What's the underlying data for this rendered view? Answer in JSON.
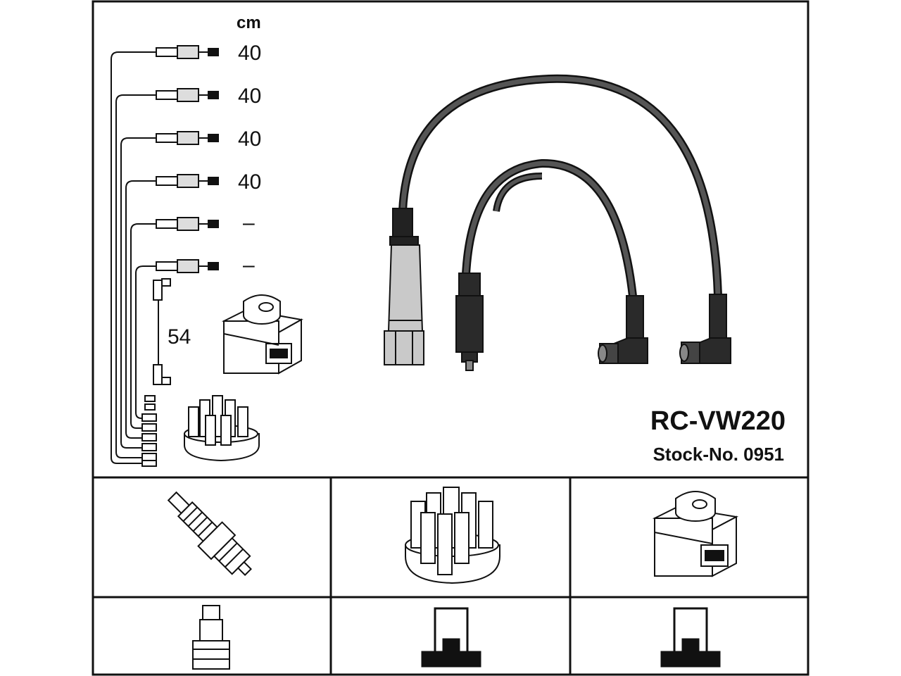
{
  "sheet": {
    "unit": "cm",
    "lead_lengths": [
      "40",
      "40",
      "40",
      "40",
      "–",
      "–"
    ],
    "coil_lead_length": "54",
    "product_code": "RC-VW220",
    "stock_number": "Stock-No. 0951"
  },
  "compatibility": {
    "top_row": [
      "spark-plug-icon",
      "distributor-cap-icon",
      "ignition-coil-icon"
    ],
    "bottom_row": [
      "plug-terminal-icon",
      "cap-terminal-icon",
      "coil-terminal-icon"
    ]
  },
  "colors": {
    "line": "#111111",
    "cable": "#333333",
    "metal": "#c9c9c9"
  }
}
